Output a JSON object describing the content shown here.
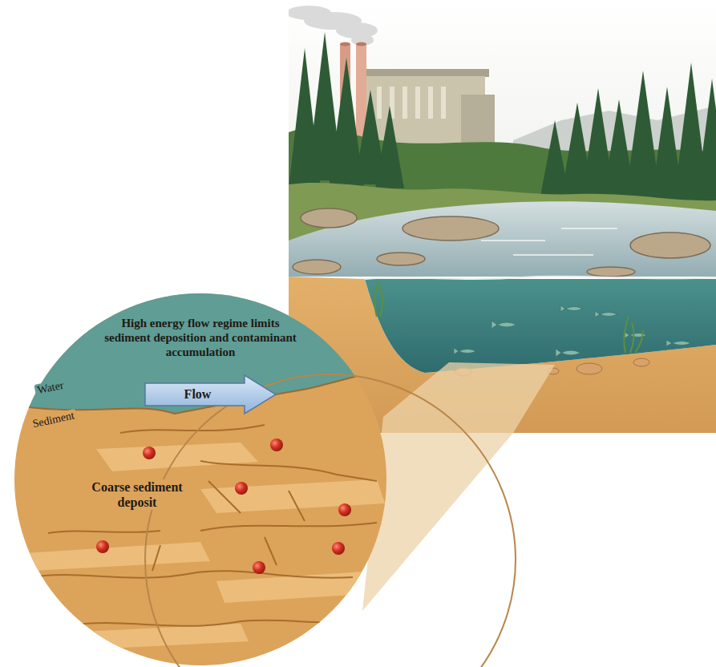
{
  "diagram": {
    "nodes": [
      {
        "text": [
          "High energy flow regime limits sediment deposition and contaminant accumulation",
          "Water",
          "Sediment",
          "Coarse sediment deposit"
        ]
      },
      {
        "text": [
          "Flow"
        ],
        "in": 0
      }
    ]
  }
}
